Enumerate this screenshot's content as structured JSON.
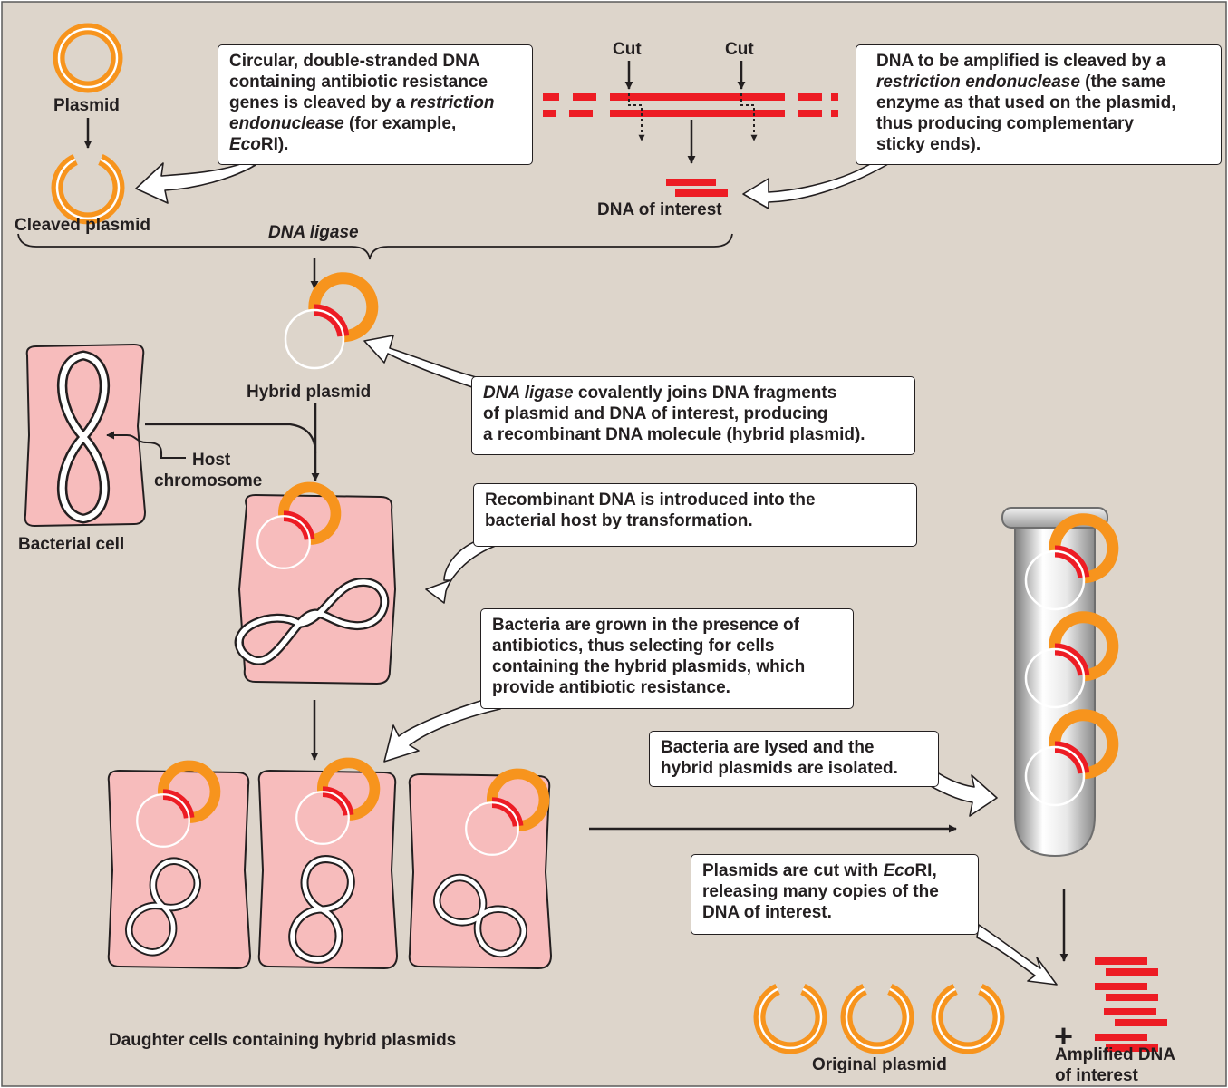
{
  "labels": {
    "plasmid": "Plasmid",
    "cleaved_plasmid": "Cleaved plasmid",
    "dna_ligase": "DNA ligase",
    "cut_left": "Cut",
    "cut_right": "Cut",
    "dna_of_interest": "DNA of interest",
    "hybrid_plasmid": "Hybrid plasmid",
    "host": "Host",
    "chromosome": "chromosome",
    "bacterial_cell": "Bacterial cell",
    "daughter_cells": "Daughter cells containing hybrid plasmids",
    "original_plasmid": "Original plasmid",
    "amplified_line1": "Amplified DNA",
    "amplified_line2": "of interest",
    "plus": "+"
  },
  "callouts": {
    "plasmid_cleave": {
      "lines": [
        [
          "Circular, double-stranded DNA"
        ],
        [
          "containing antibiotic resistance"
        ],
        [
          "genes is cleaved by a ",
          "restriction"
        ],
        [
          "",
          "endonuclease",
          " (for example,"
        ],
        [
          "",
          "Eco",
          "RI)."
        ]
      ]
    },
    "dna_cleave": {
      "lines": [
        [
          "DNA to be amplified is cleaved by a"
        ],
        [
          "",
          "restriction endonuclease",
          " (the same"
        ],
        [
          "enzyme as that used on the plasmid,"
        ],
        [
          "thus producing complementary"
        ],
        [
          "sticky ends)."
        ]
      ]
    },
    "ligase": {
      "lines": [
        [
          "",
          "DNA ligase",
          " covalently joins DNA fragments"
        ],
        [
          "of plasmid and DNA of interest, producing"
        ],
        [
          "a recombinant DNA molecule (hybrid plasmid)."
        ]
      ]
    },
    "transformation": {
      "lines": [
        [
          "Recombinant DNA is introduced into the"
        ],
        [
          "bacterial host by transformation."
        ]
      ]
    },
    "selection": {
      "lines": [
        [
          "Bacteria are grown in the presence of"
        ],
        [
          "antibiotics, thus selecting for cells"
        ],
        [
          "containing the hybrid plasmids, which"
        ],
        [
          "provide antibiotic resistance."
        ]
      ]
    },
    "lysis": {
      "lines": [
        [
          "Bacteria are lysed and the"
        ],
        [
          "hybrid plasmids are isolated."
        ]
      ]
    },
    "cut_ecori": {
      "lines": [
        [
          "Plasmids are cut with ",
          "Eco",
          "RI,"
        ],
        [
          "releasing many copies of the"
        ],
        [
          "DNA of interest."
        ]
      ]
    }
  },
  "colors": {
    "background": "#ddd5cb",
    "plasmid_orange": "#f7941d",
    "dna_red": "#ed1c24",
    "cell_pink": "#f7bcbc",
    "outline": "#231f20"
  }
}
